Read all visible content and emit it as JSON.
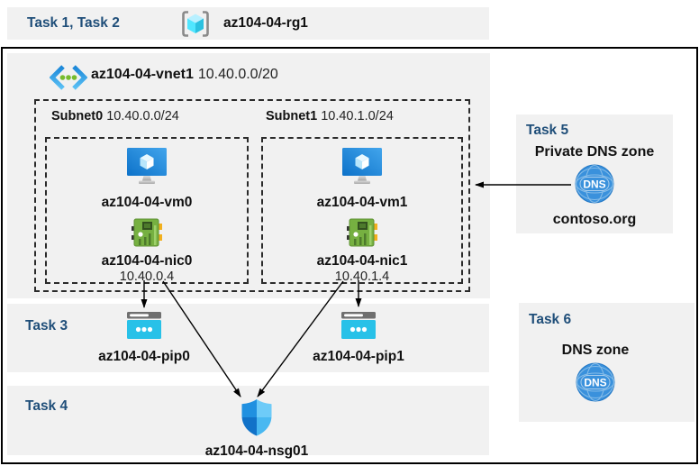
{
  "colors": {
    "accent_blue": "#1f4e79",
    "panel_gray": "#f1f1f1",
    "frame_black": "#000000"
  },
  "top_band": {
    "title": "Task 1, Task 2",
    "rg_name": "az104-04-rg1"
  },
  "vnet": {
    "name": "az104-04-vnet1",
    "cidr": "10.40.0.0/20",
    "subnets": [
      {
        "name": "Subnet0",
        "cidr": "10.40.0.0/24",
        "vm": "az104-04-vm0",
        "nic": "az104-04-nic0",
        "ip": "10.40.0.4"
      },
      {
        "name": "Subnet1",
        "cidr": "10.40.1.0/24",
        "vm": "az104-04-vm1",
        "nic": "az104-04-nic1",
        "ip": "10.40.1.4"
      }
    ]
  },
  "task3": {
    "title": "Task 3",
    "pips": [
      "az104-04-pip0",
      "az104-04-pip1"
    ]
  },
  "task4": {
    "title": "Task 4",
    "nsg": "az104-04-nsg01"
  },
  "task5": {
    "title": "Task 5",
    "heading": "Private DNS zone",
    "zone": "contoso.org",
    "icon_label": "DNS"
  },
  "task6": {
    "title": "Task 6",
    "heading": "DNS zone",
    "icon_label": "DNS"
  },
  "connections": [
    {
      "from": "az104-04-nic0",
      "to": "az104-04-pip0"
    },
    {
      "from": "az104-04-nic1",
      "to": "az104-04-pip1"
    },
    {
      "from": "az104-04-nic0",
      "to": "az104-04-nsg01"
    },
    {
      "from": "az104-04-nic1",
      "to": "az104-04-nsg01"
    },
    {
      "from": "contoso.org",
      "to": "az104-04-vnet1"
    }
  ]
}
